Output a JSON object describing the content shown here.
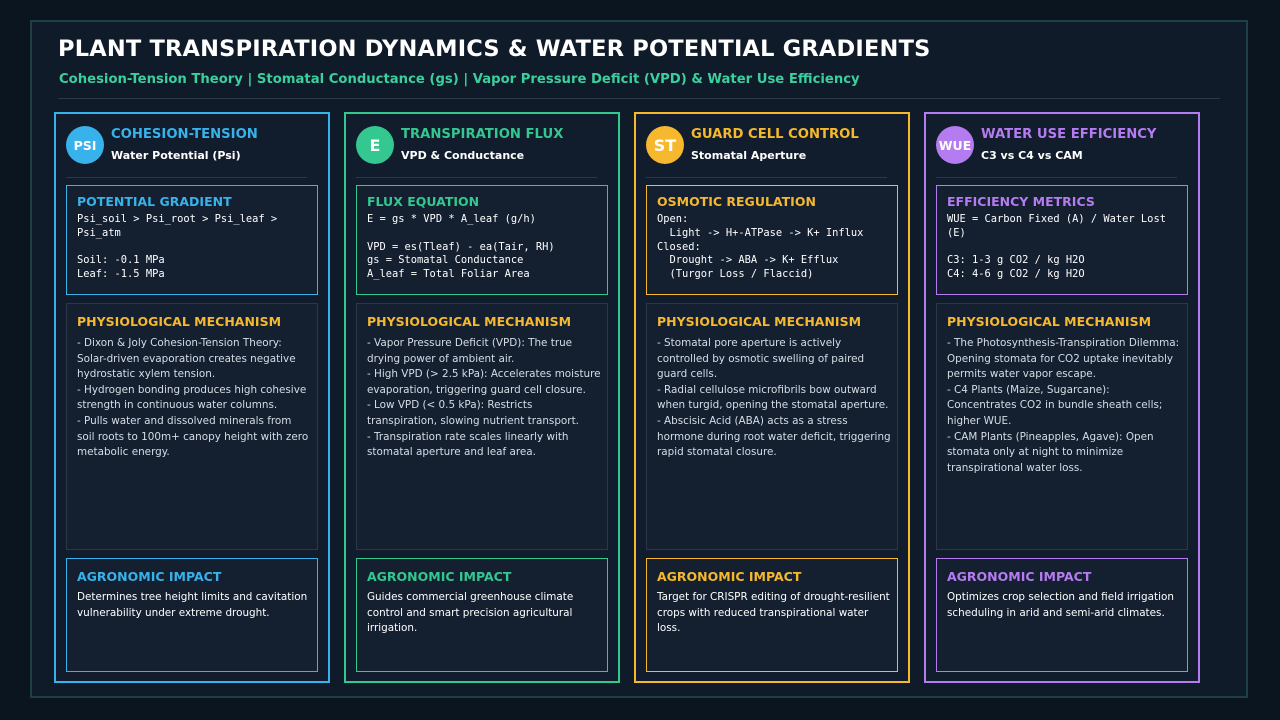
{
  "header": {
    "title": "PLANT TRANSPIRATION DYNAMICS & WATER POTENTIAL GRADIENTS",
    "subtitle": "Cohesion-Tension Theory | Stomatal Conductance (gs) | Vapor Pressure Deficit (VPD) & Water Use Efficiency"
  },
  "colors": {
    "blue": "#38b2ea",
    "green": "#34c790",
    "yellow": "#f5b82e",
    "purple": "#b57bf0",
    "background": "#101b29"
  },
  "cards": [
    {
      "badge": "PSI",
      "title": "COHESION-TENSION",
      "subtitle": "Water Potential (Psi)",
      "eq_title": "POTENTIAL GRADIENT",
      "eq_lines": [
        "Psi_soil > Psi_root > Psi_leaf > Psi_atm",
        "",
        "Soil: -0.1 MPa",
        "Leaf: -1.5 MPa"
      ],
      "mech_title": "PHYSIOLOGICAL MECHANISM",
      "mech_items": [
        "- Dixon & Joly Cohesion-Tension Theory: Solar-driven evaporation creates negative hydrostatic xylem tension.",
        "- Hydrogen bonding produces high cohesive strength in continuous water columns.",
        "- Pulls water and dissolved minerals from soil roots to 100m+ canopy height with zero metabolic energy."
      ],
      "impact_title": "AGRONOMIC IMPACT",
      "impact_text": "Determines tree height limits and cavitation vulnerability under extreme drought."
    },
    {
      "badge": "E",
      "title": "TRANSPIRATION FLUX",
      "subtitle": "VPD & Conductance",
      "eq_title": "FLUX EQUATION",
      "eq_lines": [
        "E = gs * VPD * A_leaf (g/h)",
        "",
        "VPD = es(Tleaf) - ea(Tair, RH)",
        "gs = Stomatal Conductance",
        "A_leaf = Total Foliar Area"
      ],
      "mech_title": "PHYSIOLOGICAL MECHANISM",
      "mech_items": [
        "- Vapor Pressure Deficit (VPD): The true drying power of ambient air.",
        "- High VPD (> 2.5 kPa): Accelerates moisture evaporation, triggering guard cell closure.",
        "- Low VPD (< 0.5 kPa): Restricts transpiration, slowing nutrient transport.",
        "- Transpiration rate scales linearly with stomatal aperture and leaf area."
      ],
      "impact_title": "AGRONOMIC IMPACT",
      "impact_text": "Guides commercial greenhouse climate control and smart precision agricultural irrigation."
    },
    {
      "badge": "ST",
      "title": "GUARD CELL CONTROL",
      "subtitle": "Stomatal Aperture",
      "eq_title": "OSMOTIC REGULATION",
      "eq_lines": [
        "Open:",
        "  Light -> H+-ATPase -> K+ Influx",
        "Closed:",
        "  Drought -> ABA -> K+ Efflux",
        "  (Turgor Loss / Flaccid)"
      ],
      "mech_title": "PHYSIOLOGICAL MECHANISM",
      "mech_items": [
        "- Stomatal pore aperture is actively controlled by osmotic swelling of paired guard cells.",
        "- Radial cellulose microfibrils bow outward when turgid, opening the stomatal aperture.",
        "- Abscisic Acid (ABA) acts as a stress hormone during root water deficit, triggering rapid stomatal closure."
      ],
      "impact_title": "AGRONOMIC IMPACT",
      "impact_text": "Target for CRISPR editing of drought-resilient crops with reduced transpirational water loss."
    },
    {
      "badge": "WUE",
      "title": "WATER USE EFFICIENCY",
      "subtitle": "C3 vs C4 vs CAM",
      "eq_title": "EFFICIENCY METRICS",
      "eq_lines": [
        "WUE = Carbon Fixed (A) / Water Lost (E)",
        "",
        "C3: 1-3 g CO2 / kg H2O",
        "C4: 4-6 g CO2 / kg H2O"
      ],
      "mech_title": "PHYSIOLOGICAL MECHANISM",
      "mech_items": [
        "- The Photosynthesis-Transpiration Dilemma: Opening stomata for CO2 uptake inevitably permits water vapor escape.",
        "- C4 Plants (Maize, Sugarcane): Concentrates CO2 in bundle sheath cells; higher WUE.",
        "- CAM Plants (Pineapples, Agave): Open stomata only at night to minimize transpirational water loss."
      ],
      "impact_title": "AGRONOMIC IMPACT",
      "impact_text": "Optimizes crop selection and field irrigation scheduling in arid and semi-arid climates."
    }
  ]
}
